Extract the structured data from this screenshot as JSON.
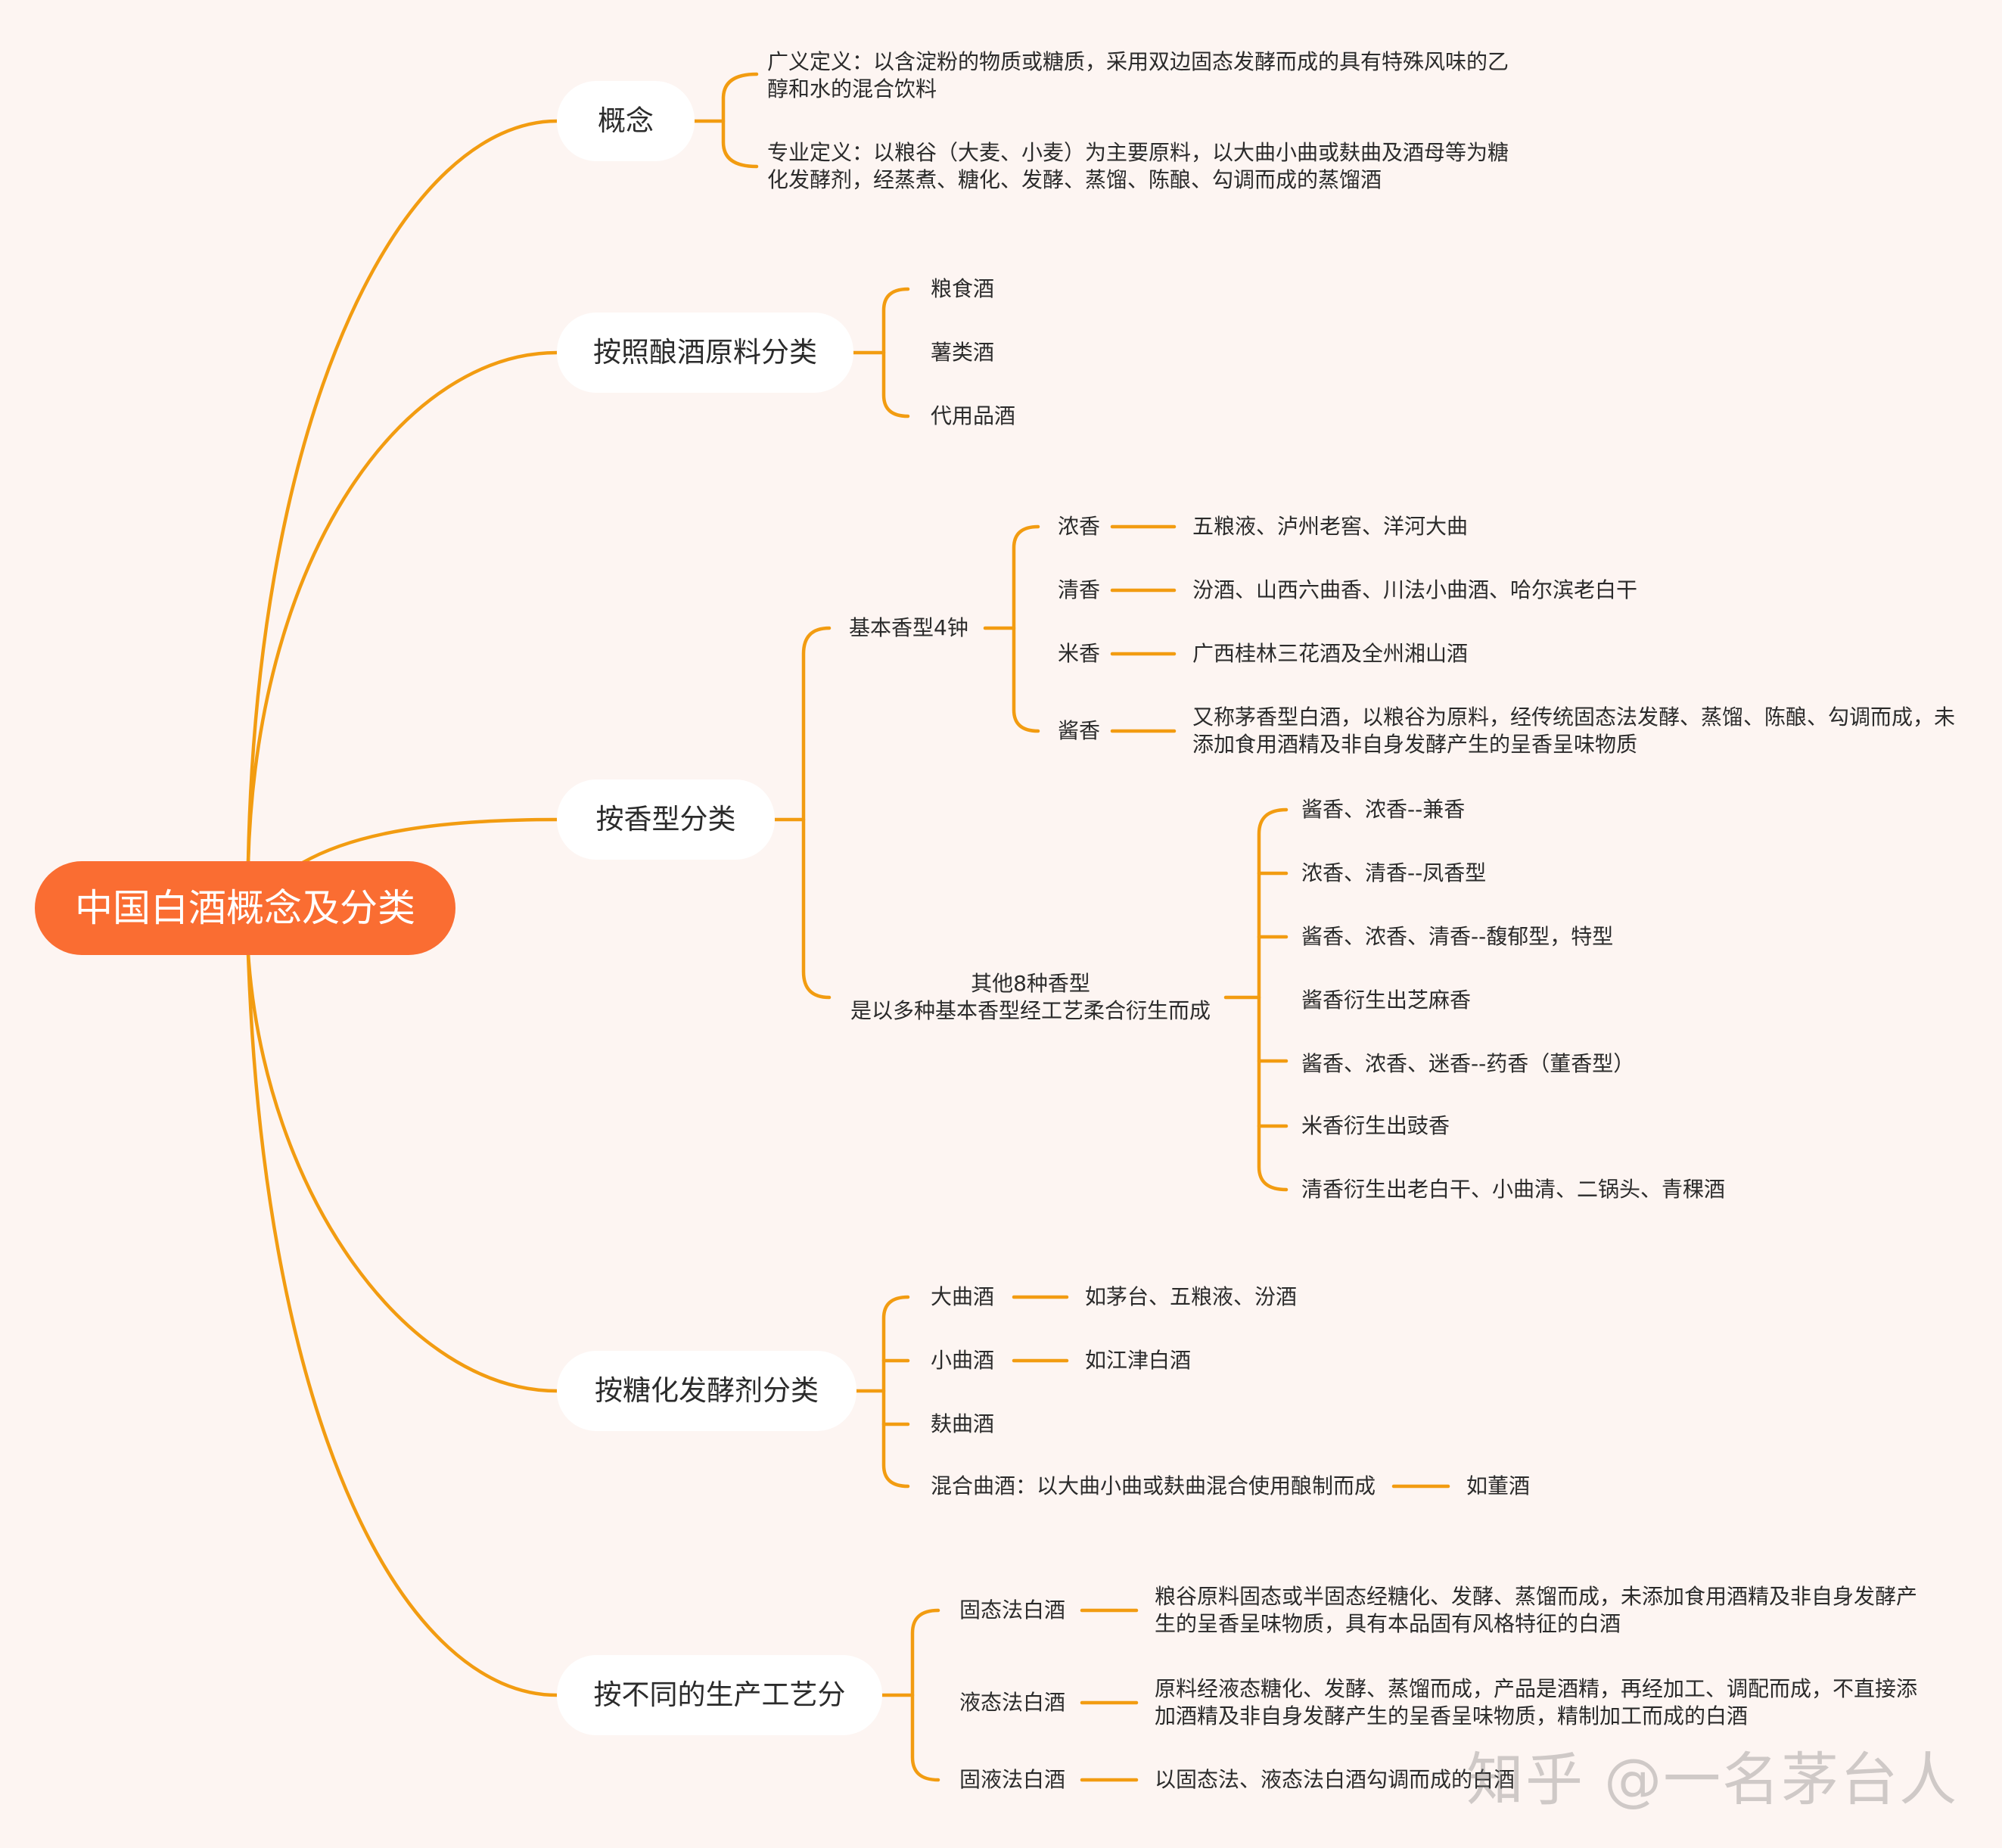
{
  "root": "中国白酒概念及分类",
  "branches": [
    {
      "label": "概念",
      "items": [
        "广义定义：以含淀粉的物质或糖质，采用双边固态发酵而成的具有特殊风味的乙醇和水的混合饮料",
        "专业定义：以粮谷（大麦、小麦）为主要原料，以大曲小曲或麸曲及酒母等为糖化发酵剂，经蒸煮、糖化、发酵、蒸馏、陈酿、勾调而成的蒸馏酒"
      ]
    },
    {
      "label": "按照酿酒原料分类",
      "items": [
        "粮食酒",
        "薯类酒",
        "代用品酒"
      ]
    },
    {
      "label": "按香型分类",
      "groups": [
        {
          "label": "基本香型4钟",
          "items": [
            {
              "label": "浓香",
              "note": "五粮液、泸州老窖、洋河大曲"
            },
            {
              "label": "清香",
              "note": "汾酒、山西六曲香、川法小曲酒、哈尔滨老白干"
            },
            {
              "label": "米香",
              "note": "广西桂林三花酒及全州湘山酒"
            },
            {
              "label": "酱香",
              "note": "又称茅香型白酒，以粮谷为原料，经传统固态法发酵、蒸馏、陈酿、勾调而成，未添加食用酒精及非自身发酵产生的呈香呈味物质"
            }
          ]
        },
        {
          "label_line1": "其他8种香型",
          "label_line2": "是以多种基本香型经工艺柔合衍生而成",
          "items": [
            "酱香、浓香--兼香",
            "浓香、清香--凤香型",
            "酱香、浓香、清香--馥郁型，特型",
            "酱香衍生出芝麻香",
            "酱香、浓香、迷香--药香（董香型）",
            "米香衍生出豉香",
            "清香衍生出老白干、小曲清、二锅头、青稞酒"
          ]
        }
      ]
    },
    {
      "label": "按糖化发酵剂分类",
      "items": [
        {
          "label": "大曲酒",
          "note": "如茅台、五粮液、汾酒"
        },
        {
          "label": "小曲酒",
          "note": "如江津白酒"
        },
        {
          "label": "麸曲酒",
          "note": ""
        },
        {
          "label": "混合曲酒：以大曲小曲或麸曲混合使用酿制而成",
          "note": "如董酒"
        }
      ]
    },
    {
      "label": "按不同的生产工艺分",
      "items": [
        {
          "label": "固态法白酒",
          "note": "粮谷原料固态或半固态经糖化、发酵、蒸馏而成，未添加食用酒精及非自身发酵产生的呈香呈味物质，具有本品固有风格特征的白酒"
        },
        {
          "label": "液态法白酒",
          "note": "原料经液态糖化、发酵、蒸馏而成，产品是酒精，再经加工、调配而成，不直接添加酒精及非自身发酵产生的呈香呈味物质，精制加工而成的白酒"
        },
        {
          "label": "固液法白酒",
          "note": "以固态法、液态法白酒勾调而成的白酒"
        }
      ]
    }
  ],
  "watermark": "知乎 @一名茅台人",
  "colors": {
    "accent": "#fa6d32",
    "line": "#f29c11",
    "background": "#fdf5f2",
    "pill": "#ffffff"
  }
}
